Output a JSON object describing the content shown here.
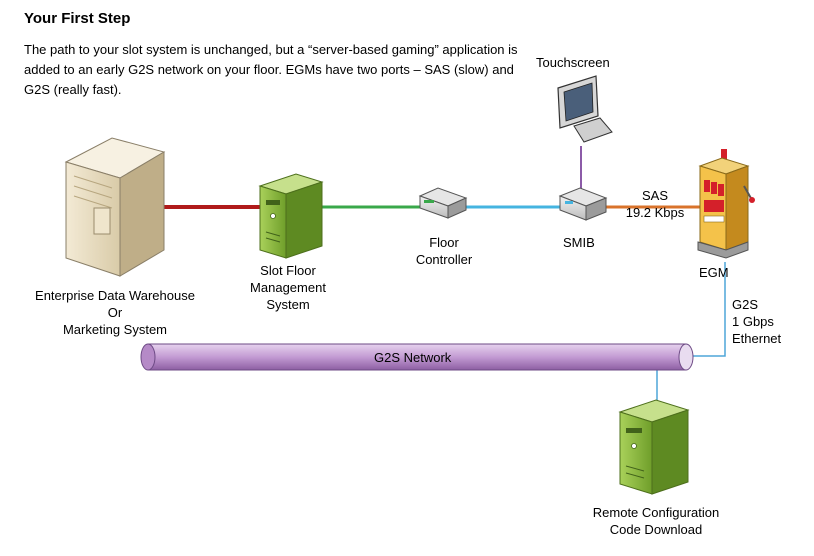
{
  "heading": "Your First Step",
  "description": "The path to your slot system is unchanged, but a “server-based gaming” application is added to an early G2S network on your floor. EGMs have two ports – SAS (slow) and G2S (really fast).",
  "nodes": {
    "touchscreen": "Touchscreen",
    "enterprise": [
      "Enterprise Data Warehouse",
      "Or",
      "Marketing System"
    ],
    "slot_floor": [
      "Slot Floor",
      "Management",
      "System"
    ],
    "floor_controller": [
      "Floor",
      "Controller"
    ],
    "smib": "SMIB",
    "egm": "EGM",
    "remote": [
      "Remote Configuration",
      "Code Download"
    ]
  },
  "links": {
    "sas": [
      "SAS",
      "19.2 Kbps"
    ],
    "g2s": [
      "G2S",
      "1 Gbps",
      "Ethernet"
    ]
  },
  "network_label": "G2S Network",
  "colors": {
    "red_link": "#b01a1a",
    "green_link": "#39a84a",
    "blue_link": "#45b4e0",
    "orange_link": "#d9732b",
    "purple_link": "#8c5ba8",
    "network_pipe": "#c9a8d6",
    "server_green": "#8cbf3f"
  }
}
